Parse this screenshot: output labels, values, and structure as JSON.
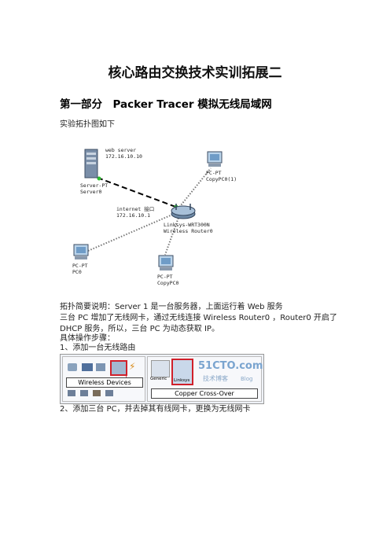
{
  "title": "核心路由交换技术实训拓展二",
  "section": "第一部分　Packer Tracer 模拟无线局域网",
  "intro": "实验拓扑图如下",
  "diagram": {
    "server_label_1": "Server-PT",
    "server_label_2": "Server0",
    "web_label_1": "web server",
    "web_label_2": "172.16.10.10",
    "pc_top_1": "PC-PT",
    "pc_top_2": "CopyPC0(1)",
    "internet_1": "internet 接口",
    "internet_2": "172.16.10.1",
    "router_1": "Linksys-WRT300N",
    "router_2": "Wireless Router0",
    "pc_left_1": "PC-PT",
    "pc_left_2": "PC0",
    "pc_bottom_1": "PC-PT",
    "pc_bottom_2": "CopyPC0"
  },
  "desc_line1_a": "拓扑简要说明：",
  "desc_line1_b": "Server 1 是一台服务器，上面运行着 Web 服务",
  "desc_line2": "三台 PC 增加了无线网卡，通过无线连接 Wireless Router0 ，Router0 开启了",
  "desc_line3": "DHCP 服务，所以，三台 PC 为动态获取 IP。",
  "steps_heading": "具体操作步骤：",
  "step1": "1、添加一台无线路由",
  "step2": "2、添加三台 PC，并去掉其有线网卡，更换为无线网卡",
  "screenshot": {
    "left_caption": "Wireless Devices",
    "right_caption": "Copper Cross-Over",
    "generic": "Generic",
    "linksys": "Linksys",
    "marker": "1",
    "watermark": "51CTO.com",
    "watermark_sub": "技术博客",
    "blog": "Blog"
  }
}
